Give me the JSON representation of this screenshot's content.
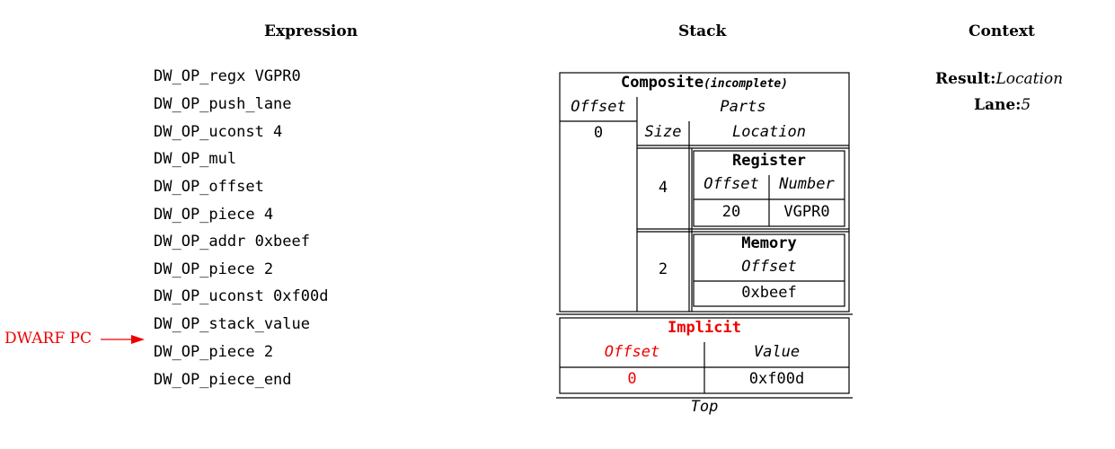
{
  "headings": {
    "expression": "Expression",
    "stack": "Stack",
    "context": "Context"
  },
  "expression_lines": [
    "DW_OP_regx VGPR0",
    "DW_OP_push_lane",
    "DW_OP_uconst 4",
    "DW_OP_mul",
    "DW_OP_offset",
    "DW_OP_piece 4",
    "DW_OP_addr 0xbeef",
    "DW_OP_piece 2",
    "DW_OP_uconst 0xf00d",
    "DW_OP_stack_value",
    "DW_OP_piece 2",
    "DW_OP_piece_end"
  ],
  "pc_marker": {
    "label": "DWARF PC",
    "line_index": 10,
    "color": "#e00000"
  },
  "context": {
    "result_label": "Result:",
    "result_value": "Location",
    "lane_label": "Lane:",
    "lane_value": "5"
  },
  "stack": {
    "composite": {
      "title": "Composite",
      "status": "(incomplete)",
      "offset_header": "Offset",
      "parts_header": "Parts",
      "offset_value": "0",
      "size_header": "Size",
      "location_header": "Location",
      "parts": [
        {
          "size": "4",
          "kind": "Register",
          "offset_header": "Offset",
          "number_header": "Number",
          "offset_value": "20",
          "number_value": "VGPR0"
        },
        {
          "size": "2",
          "kind": "Memory",
          "offset_header": "Offset",
          "offset_value": "0xbeef"
        }
      ]
    },
    "implicit": {
      "title": "Implicit",
      "offset_header": "Offset",
      "value_header": "Value",
      "offset_value": "0",
      "value_value": "0xf00d"
    },
    "top_label": "Top"
  }
}
